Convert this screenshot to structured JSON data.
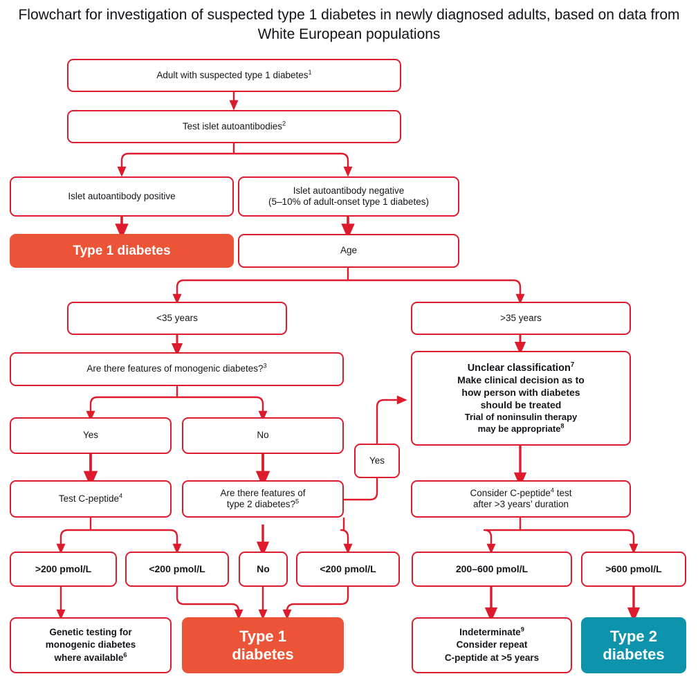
{
  "title": "Flowchart for investigation of suspected type 1 diabetes in newly diagnosed adults, based on data from White European populations",
  "colors": {
    "red_border": "#DE1B2C",
    "type1_fill": "#EC5437",
    "type2_fill": "#0D93AB",
    "text": "#14151A",
    "background": "#FFFFFF"
  },
  "chart_data": {
    "type": "diagram",
    "title": "Flowchart for investigation of suspected type 1 diabetes in newly diagnosed adults, based on data from White European populations",
    "nodes": [
      {
        "id": "n1",
        "label": "Adult with suspected type 1 diabetes1",
        "style": "outline"
      },
      {
        "id": "n2",
        "label": "Test islet autoantibodies2",
        "style": "outline"
      },
      {
        "id": "n3",
        "label": "Islet autoantibody positive",
        "style": "outline"
      },
      {
        "id": "n4",
        "label": "Islet autoantibody negative (5–10% of adult-onset type 1 diabetes)",
        "style": "outline"
      },
      {
        "id": "n5",
        "label": "Type 1 diabetes",
        "style": "type1"
      },
      {
        "id": "n6",
        "label": "Age",
        "style": "outline"
      },
      {
        "id": "n7",
        "label": "<35 years",
        "style": "outline"
      },
      {
        "id": "n8",
        "label": ">35 years",
        "style": "outline"
      },
      {
        "id": "n9",
        "label": "Are there features of monogenic diabetes?3",
        "style": "outline"
      },
      {
        "id": "n10",
        "label": "Unclear classification7 Make clinical decision as to how person with diabetes should be treated Trial of noninsulin therapy may be appropriate8",
        "style": "outline"
      },
      {
        "id": "n11",
        "label": "Yes",
        "style": "outline"
      },
      {
        "id": "n12",
        "label": "No",
        "style": "outline"
      },
      {
        "id": "n13",
        "label": "Yes",
        "style": "outline"
      },
      {
        "id": "n14",
        "label": "Test C-peptide4",
        "style": "outline"
      },
      {
        "id": "n15",
        "label": "Are there features of type 2 diabetes?5",
        "style": "outline"
      },
      {
        "id": "n16",
        "label": "Consider C-peptide4 test after >3 years’ duration",
        "style": "outline"
      },
      {
        "id": "n17",
        "label": ">200 pmol/L",
        "style": "outline"
      },
      {
        "id": "n18",
        "label": "<200 pmol/L",
        "style": "outline"
      },
      {
        "id": "n19",
        "label": "No",
        "style": "outline"
      },
      {
        "id": "n20",
        "label": "<200 pmol/L",
        "style": "outline"
      },
      {
        "id": "n21",
        "label": "200–600 pmol/L",
        "style": "outline"
      },
      {
        "id": "n22",
        "label": ">600 pmol/L",
        "style": "outline"
      },
      {
        "id": "n23",
        "label": "Genetic testing for monogenic diabetes where available6",
        "style": "outline"
      },
      {
        "id": "n24",
        "label": "Type 1 diabetes",
        "style": "type1"
      },
      {
        "id": "n25",
        "label": "Indeterminate9 Consider repeat C-peptide at >5 years",
        "style": "outline"
      },
      {
        "id": "n26",
        "label": "Type 2 diabetes",
        "style": "type2"
      }
    ],
    "edges": [
      {
        "from": "n1",
        "to": "n2"
      },
      {
        "from": "n2",
        "to": "n3"
      },
      {
        "from": "n2",
        "to": "n4"
      },
      {
        "from": "n3",
        "to": "n5"
      },
      {
        "from": "n4",
        "to": "n6"
      },
      {
        "from": "n6",
        "to": "n7"
      },
      {
        "from": "n6",
        "to": "n8"
      },
      {
        "from": "n7",
        "to": "n9"
      },
      {
        "from": "n8",
        "to": "n10"
      },
      {
        "from": "n9",
        "to": "n11"
      },
      {
        "from": "n9",
        "to": "n12"
      },
      {
        "from": "n11",
        "to": "n14"
      },
      {
        "from": "n12",
        "to": "n15"
      },
      {
        "from": "n15",
        "to": "n13"
      },
      {
        "from": "n13",
        "to": "n10"
      },
      {
        "from": "n10",
        "to": "n16"
      },
      {
        "from": "n14",
        "to": "n17"
      },
      {
        "from": "n14",
        "to": "n18"
      },
      {
        "from": "n15",
        "to": "n19"
      },
      {
        "from": "n15",
        "to": "n20"
      },
      {
        "from": "n16",
        "to": "n21"
      },
      {
        "from": "n16",
        "to": "n22"
      },
      {
        "from": "n17",
        "to": "n23"
      },
      {
        "from": "n18",
        "to": "n24"
      },
      {
        "from": "n19",
        "to": "n24"
      },
      {
        "from": "n20",
        "to": "n24"
      },
      {
        "from": "n21",
        "to": "n25"
      },
      {
        "from": "n22",
        "to": "n26"
      }
    ]
  },
  "nodes": {
    "n1": {
      "line1": "Adult with suspected type 1 diabetes",
      "sup": "1"
    },
    "n2": {
      "line1": "Test islet autoantibodies",
      "sup": "2"
    },
    "n3": {
      "line1": "Islet autoantibody positive"
    },
    "n4": {
      "line1": "Islet autoantibody negative",
      "line2": "(5–10% of adult-onset type 1 diabetes)"
    },
    "n5": {
      "line1": "Type 1 diabetes"
    },
    "n6": {
      "line1": "Age"
    },
    "n7": {
      "line1": "<35 years"
    },
    "n8": {
      "line1": ">35 years"
    },
    "n9": {
      "line1": "Are there features of monogenic diabetes?",
      "sup": "3"
    },
    "n10": {
      "line1": "Unclear classification",
      "sup1": "7",
      "line2": "Make clinical decision as to",
      "line3": "how person with diabetes",
      "line4": "should be treated",
      "line5": "Trial of noninsulin therapy",
      "line6": "may be appropriate",
      "sup2": "8"
    },
    "n11": {
      "line1": "Yes"
    },
    "n12": {
      "line1": "No"
    },
    "n13": {
      "line1": "Yes"
    },
    "n14": {
      "line1": "Test C-peptide",
      "sup": "4"
    },
    "n15": {
      "line1": "Are there features of",
      "line2": "type 2 diabetes?",
      "sup": "5"
    },
    "n16": {
      "line1": "Consider C-peptide",
      "sup": "4",
      "line1b": " test",
      "line2": "after >3 years’ duration"
    },
    "n17": {
      "line1": ">200 pmol/L"
    },
    "n18": {
      "line1": "<200 pmol/L"
    },
    "n19": {
      "line1": "No"
    },
    "n20": {
      "line1": "<200 pmol/L"
    },
    "n21": {
      "line1": "200–600 pmol/L"
    },
    "n22": {
      "line1": ">600 pmol/L"
    },
    "n23": {
      "line1": "Genetic testing for",
      "line2": "monogenic diabetes",
      "line3": "where available",
      "sup": "6"
    },
    "n24": {
      "line1": "Type 1",
      "line2": "diabetes"
    },
    "n25": {
      "line1": "Indeterminate",
      "sup": "9",
      "line2": "Consider repeat",
      "line3": "C-peptide at >5 years"
    },
    "n26": {
      "line1": "Type 2",
      "line2": "diabetes"
    }
  }
}
